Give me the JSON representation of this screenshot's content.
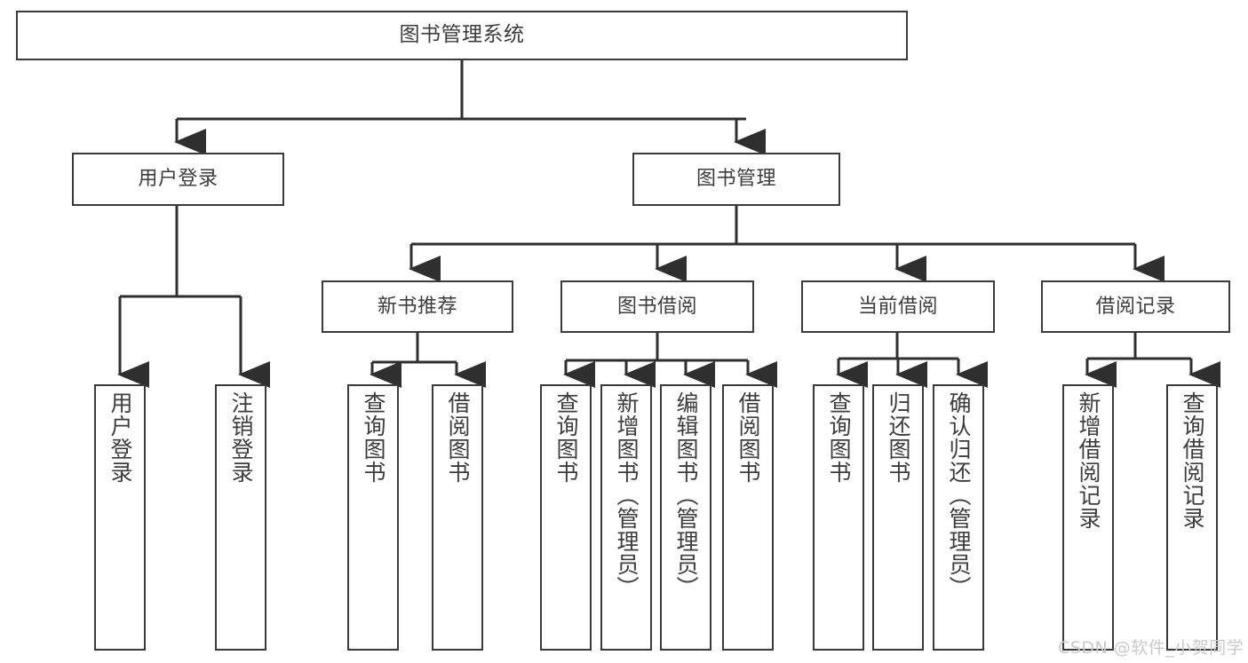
{
  "diagram": {
    "kind": "tree-functional-structure",
    "title": "图书管理系统",
    "watermark": "CSDN @软件_小贺同学",
    "colors": {
      "box_border": "#3a3a3a",
      "box_fill": "#ffffff",
      "text": "#3d3d3d",
      "edge": "#2f2f2f",
      "watermark": "#c9c9c9",
      "background": "#ffffff"
    },
    "nodes": {
      "root": {
        "label": "图书管理系统"
      },
      "level2": [
        {
          "id": "user-login",
          "label": "用户登录"
        },
        {
          "id": "book-manage",
          "label": "图书管理"
        }
      ],
      "level3": [
        {
          "id": "new-book-recommend",
          "label": "新书推荐"
        },
        {
          "id": "book-borrow",
          "label": "图书借阅"
        },
        {
          "id": "current-borrow",
          "label": "当前借阅"
        },
        {
          "id": "borrow-record",
          "label": "借阅记录"
        }
      ],
      "leaves": {
        "user-login": [
          {
            "id": "leaf-user-login",
            "label": "用户登录"
          },
          {
            "id": "leaf-logout-login",
            "label": "注销登录"
          }
        ],
        "new-book-recommend": [
          {
            "id": "leaf-query-book-1",
            "label": "查询图书"
          },
          {
            "id": "leaf-borrow-book-1",
            "label": "借阅图书"
          }
        ],
        "book-borrow": [
          {
            "id": "leaf-query-book-2",
            "label": "查询图书"
          },
          {
            "id": "leaf-add-book-admin",
            "label": "新增图书（管理员）"
          },
          {
            "id": "leaf-edit-book-admin",
            "label": "编辑图书（管理员）"
          },
          {
            "id": "leaf-borrow-book-2",
            "label": "借阅图书"
          }
        ],
        "current-borrow": [
          {
            "id": "leaf-query-book-3",
            "label": "查询图书"
          },
          {
            "id": "leaf-return-book",
            "label": "归还图书"
          },
          {
            "id": "leaf-confirm-return-admin",
            "label": "确认归还（管理员）"
          }
        ],
        "borrow-record": [
          {
            "id": "leaf-add-borrow-record",
            "label": "新增借阅记录"
          },
          {
            "id": "leaf-query-borrow-record",
            "label": "查询借阅记录"
          }
        ]
      }
    }
  }
}
